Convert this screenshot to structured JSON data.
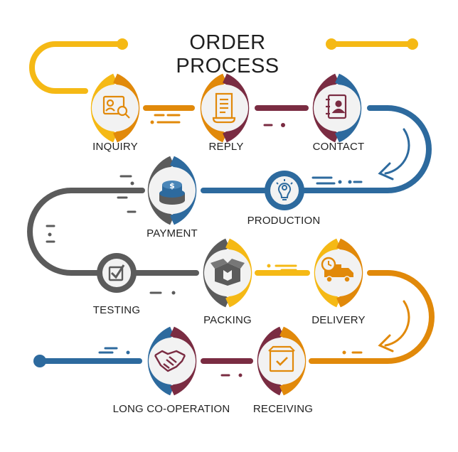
{
  "title": "ORDER PROCESS",
  "colors": {
    "yellow": "#F5B915",
    "orange": "#E1890A",
    "maroon": "#7A2C42",
    "blue": "#2D6A9E",
    "gray": "#5B5B5B",
    "icon_bg": "#F2F2F2"
  },
  "steps": [
    {
      "label": "INQUIRY",
      "icon": "inquiry-icon"
    },
    {
      "label": "REPLY",
      "icon": "document-icon"
    },
    {
      "label": "CONTACT",
      "icon": "contact-book-icon"
    },
    {
      "label": "PRODUCTION",
      "icon": "gear-bulb-icon"
    },
    {
      "label": "PAYMENT",
      "icon": "coins-icon"
    },
    {
      "label": "TESTING",
      "icon": "checkbox-icon"
    },
    {
      "label": "PACKING",
      "icon": "box-icon"
    },
    {
      "label": "DELIVERY",
      "icon": "truck-icon"
    },
    {
      "label": "RECEIVING",
      "icon": "received-box-icon"
    },
    {
      "label": "LONG CO-OPERATION",
      "icon": "handshake-icon"
    }
  ]
}
